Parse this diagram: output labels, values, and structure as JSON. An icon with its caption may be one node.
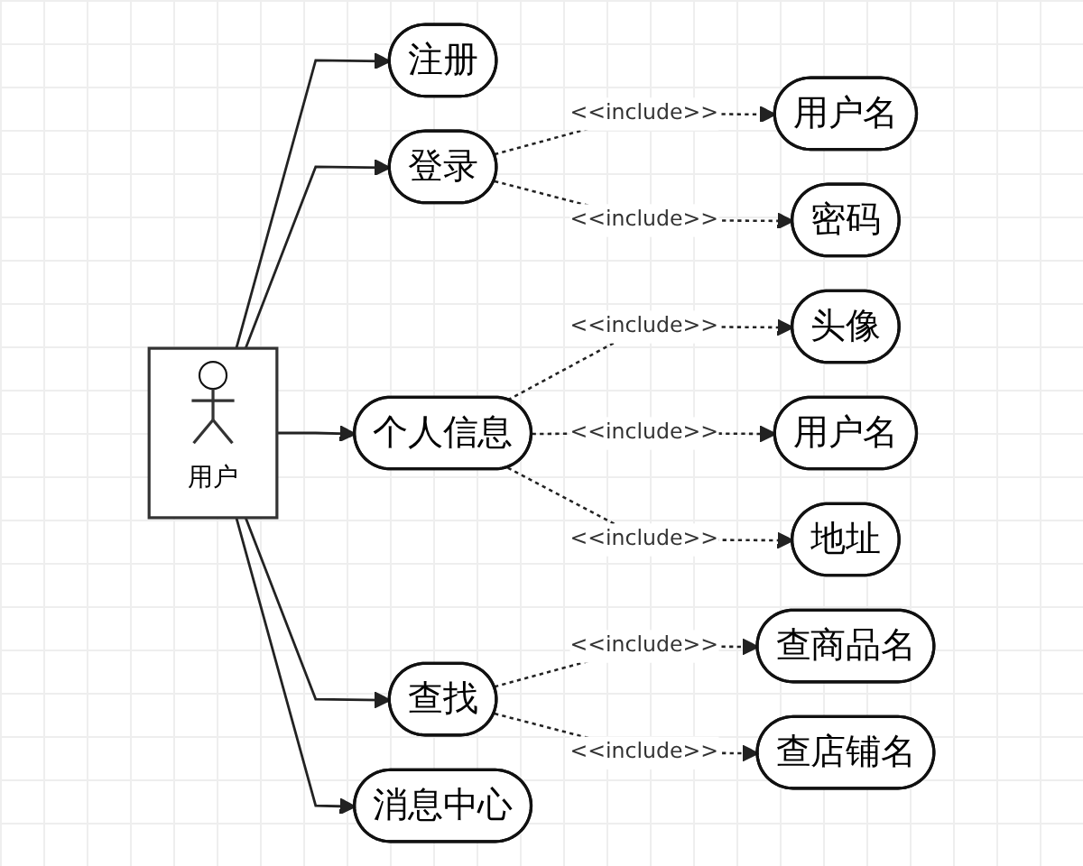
{
  "diagram": {
    "nodes": [
      {
        "text": [
          "用户"
        ]
      },
      {
        "text": [
          "注册"
        ]
      },
      {
        "text": [
          "登录"
        ]
      },
      {
        "text": [
          "个人信息"
        ]
      },
      {
        "text": [
          "查找"
        ]
      },
      {
        "text": [
          "消息中心"
        ]
      },
      {
        "text": [
          "用户名"
        ]
      },
      {
        "text": [
          "密码"
        ]
      },
      {
        "text": [
          "头像"
        ]
      },
      {
        "text": [
          "用户名"
        ]
      },
      {
        "text": [
          "地址"
        ]
      },
      {
        "text": [
          "查商品名"
        ]
      },
      {
        "text": [
          "查店铺名"
        ]
      }
    ],
    "edges": [
      {
        "from": 0,
        "to": 1,
        "arrow": "to"
      },
      {
        "from": 0,
        "to": 2,
        "arrow": "to"
      },
      {
        "from": 0,
        "to": 3,
        "arrow": "to"
      },
      {
        "from": 0,
        "to": 4,
        "arrow": "to"
      },
      {
        "from": 0,
        "to": 5,
        "arrow": "to"
      },
      {
        "from": 2,
        "to": 6,
        "arrow": "to",
        "label": "<<include>>",
        "style": "dashed"
      },
      {
        "from": 2,
        "to": 7,
        "arrow": "to",
        "label": "<<include>>",
        "style": "dashed"
      },
      {
        "from": 3,
        "to": 8,
        "arrow": "to",
        "label": "<<include>>",
        "style": "dashed"
      },
      {
        "from": 3,
        "to": 9,
        "arrow": "to",
        "label": "<<include>>",
        "style": "dashed"
      },
      {
        "from": 3,
        "to": 10,
        "arrow": "to",
        "label": "<<include>>",
        "style": "dashed"
      },
      {
        "from": 4,
        "to": 11,
        "arrow": "to",
        "label": "<<include>>",
        "style": "dashed"
      },
      {
        "from": 4,
        "to": 12,
        "arrow": "to",
        "label": "<<include>>",
        "style": "dashed"
      }
    ]
  }
}
